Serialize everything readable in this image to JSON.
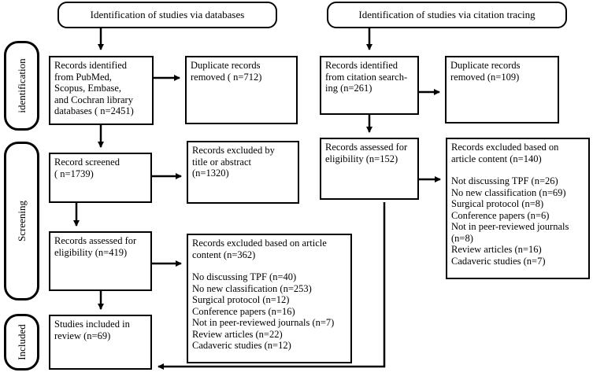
{
  "headers": {
    "databases": "Identification of studies via databases",
    "citation": "Identification of studies via citation tracing"
  },
  "phases": {
    "identification": "identification",
    "screening": "Screening",
    "included": "Included"
  },
  "databases": {
    "identified": [
      "Records identified",
      "from PubMed,",
      "Scopus, Embase,",
      "and Cochran library",
      "databases ( n=2451)"
    ],
    "duplicates": [
      "Duplicate records",
      "removed ( n=712)"
    ],
    "screened": [
      "Record screened",
      "( n=1739)"
    ],
    "excluded_title": [
      "Records excluded by",
      "title or abstract",
      "(n=1320)"
    ],
    "assessed": [
      "Records assessed for",
      "eligibility (n=419)"
    ],
    "excluded_content": {
      "heading": [
        "Records excluded based on article",
        "content (n=362)"
      ],
      "reasons": [
        "No discussing TPF (n=40)",
        "No new classification (n=253)",
        "Surgical protocol (n=12)",
        "Conference papers (n=16)",
        "Not in peer-reviewed journals (n=7)",
        "Review articles (n=22)",
        "Cadaveric studies (n=12)"
      ]
    },
    "included": [
      "Studies included in",
      "review (n=69)"
    ]
  },
  "citation": {
    "identified": [
      "Records identified",
      "from citation search-",
      "ing (n=261)"
    ],
    "duplicates": [
      "Duplicate records",
      "removed (n=109)"
    ],
    "assessed": [
      "Records assessed for",
      "eligibility (n=152)"
    ],
    "excluded_content": {
      "heading": [
        "Records excluded based on",
        "article content (n=140)"
      ],
      "reasons": [
        "Not discussing TPF (n=26)",
        "No new classification (n=69)",
        "Surgical protocol (n=8)",
        "Conference papers (n=6)",
        "Not in peer-reviewed journals",
        "(n=8)",
        "Review articles (n=16)",
        "Cadaveric studies (n=7)"
      ]
    }
  }
}
